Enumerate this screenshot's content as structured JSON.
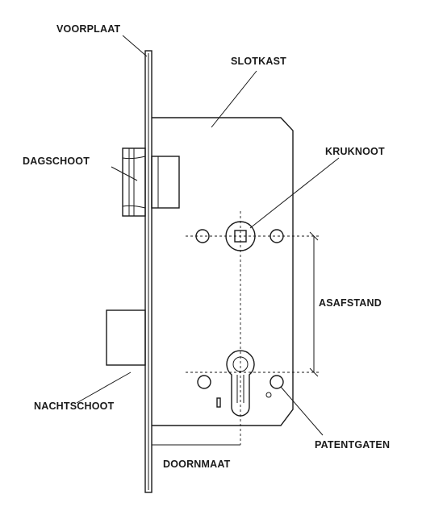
{
  "labels": {
    "voorplaat": "VOORPLAAT",
    "slotkast": "SLOTKAST",
    "dagschoot": "DAGSCHOOT",
    "kruknoot": "KRUKNOOT",
    "asafstand": "ASAFSTAND",
    "nachtschoot": "NACHTSCHOOT",
    "patentgaten": "PATENTGATEN",
    "doornmaat": "DOORNMAAT"
  },
  "colors": {
    "line": "#1a1a1a",
    "background": "#ffffff"
  }
}
